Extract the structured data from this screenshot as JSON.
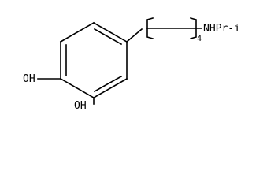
{
  "structure": {
    "chain_label": "NHPr-i",
    "repeat_count": "4",
    "substituent_top": "OH",
    "substituent_bottom": "OH"
  }
}
